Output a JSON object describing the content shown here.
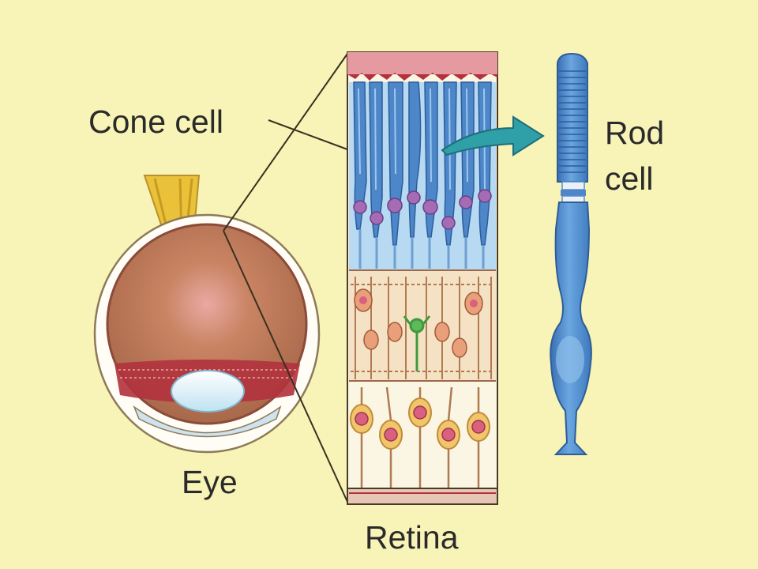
{
  "labels": {
    "cone_cell": "Cone cell",
    "rod_cell_line1": "Rod",
    "rod_cell_line2": "cell",
    "eye": "Eye",
    "retina": "Retina"
  },
  "colors": {
    "background": "#f8f3b6",
    "photoreceptor_blue": "#4d87c9",
    "photoreceptor_light": "#a8cff0",
    "arrow_teal": "#2f9fa8",
    "eye_interior": "#b97857",
    "optic_nerve": "#e9c23a",
    "neuron_pink": "#d9607e",
    "retina_band": "#e59aa2"
  }
}
